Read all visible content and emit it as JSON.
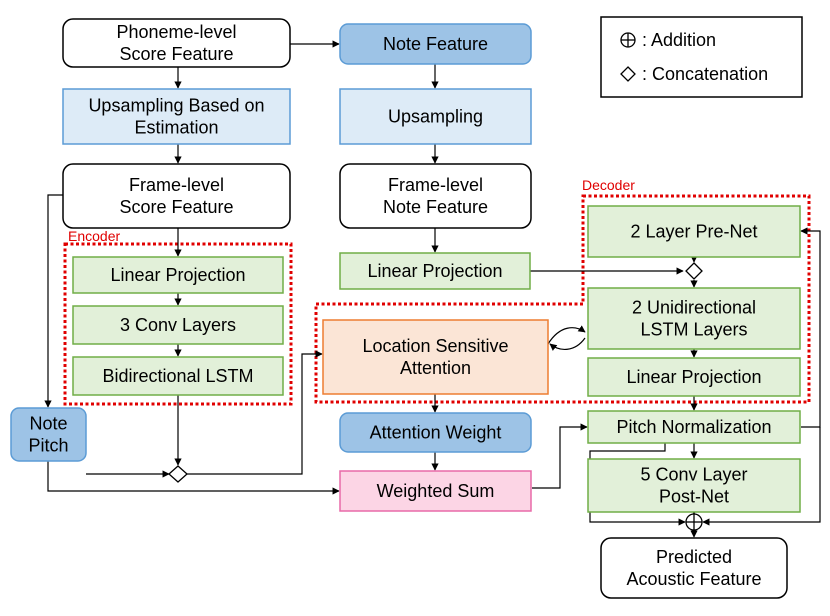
{
  "legend": {
    "addition_label": ": Addition",
    "concatenation_label": ": Concatenation"
  },
  "regions": {
    "encoder_label": "Encoder",
    "decoder_label": "Decoder"
  },
  "nodes": {
    "phoneme_score": [
      "Phoneme-level",
      "Score Feature"
    ],
    "upsampling_estimation": [
      "Upsampling Based on",
      "Estimation"
    ],
    "frame_score": [
      "Frame-level",
      "Score Feature"
    ],
    "enc_linear": [
      "Linear Projection"
    ],
    "conv3": [
      "3 Conv Layers"
    ],
    "bilstm": [
      "Bidirectional LSTM"
    ],
    "note_pitch": [
      "Note",
      "Pitch"
    ],
    "note_feature": [
      "Note Feature"
    ],
    "upsampling": [
      "Upsampling"
    ],
    "frame_note": [
      "Frame-level",
      "Note Feature"
    ],
    "note_linear": [
      "Linear Projection"
    ],
    "attention": [
      "Location Sensitive",
      "Attention"
    ],
    "attention_weight": [
      "Attention Weight"
    ],
    "weighted_sum": [
      "Weighted Sum"
    ],
    "prenet": [
      "2 Layer Pre-Net"
    ],
    "uni_lstm": [
      "2 Unidirectional",
      "LSTM Layers"
    ],
    "dec_linear": [
      "Linear Projection"
    ],
    "pitch_norm": [
      "Pitch Normalization"
    ],
    "postnet": [
      "5 Conv Layer",
      "Post-Net"
    ],
    "predicted": [
      "Predicted",
      "Acoustic Feature"
    ]
  },
  "colors": {
    "white": "#ffffff",
    "blue": "#9dc3e6",
    "light_blue": "#ddebf7",
    "green": "#e2f0d9",
    "orange": "#fbe5d6",
    "pink": "#fcd5e5",
    "encoder_border": "#e00000",
    "green_border": "#70ad47",
    "blue_border": "#5b9bd5",
    "orange_border": "#ed7d31",
    "pink_border": "#e86aa8",
    "line": "#000000"
  }
}
